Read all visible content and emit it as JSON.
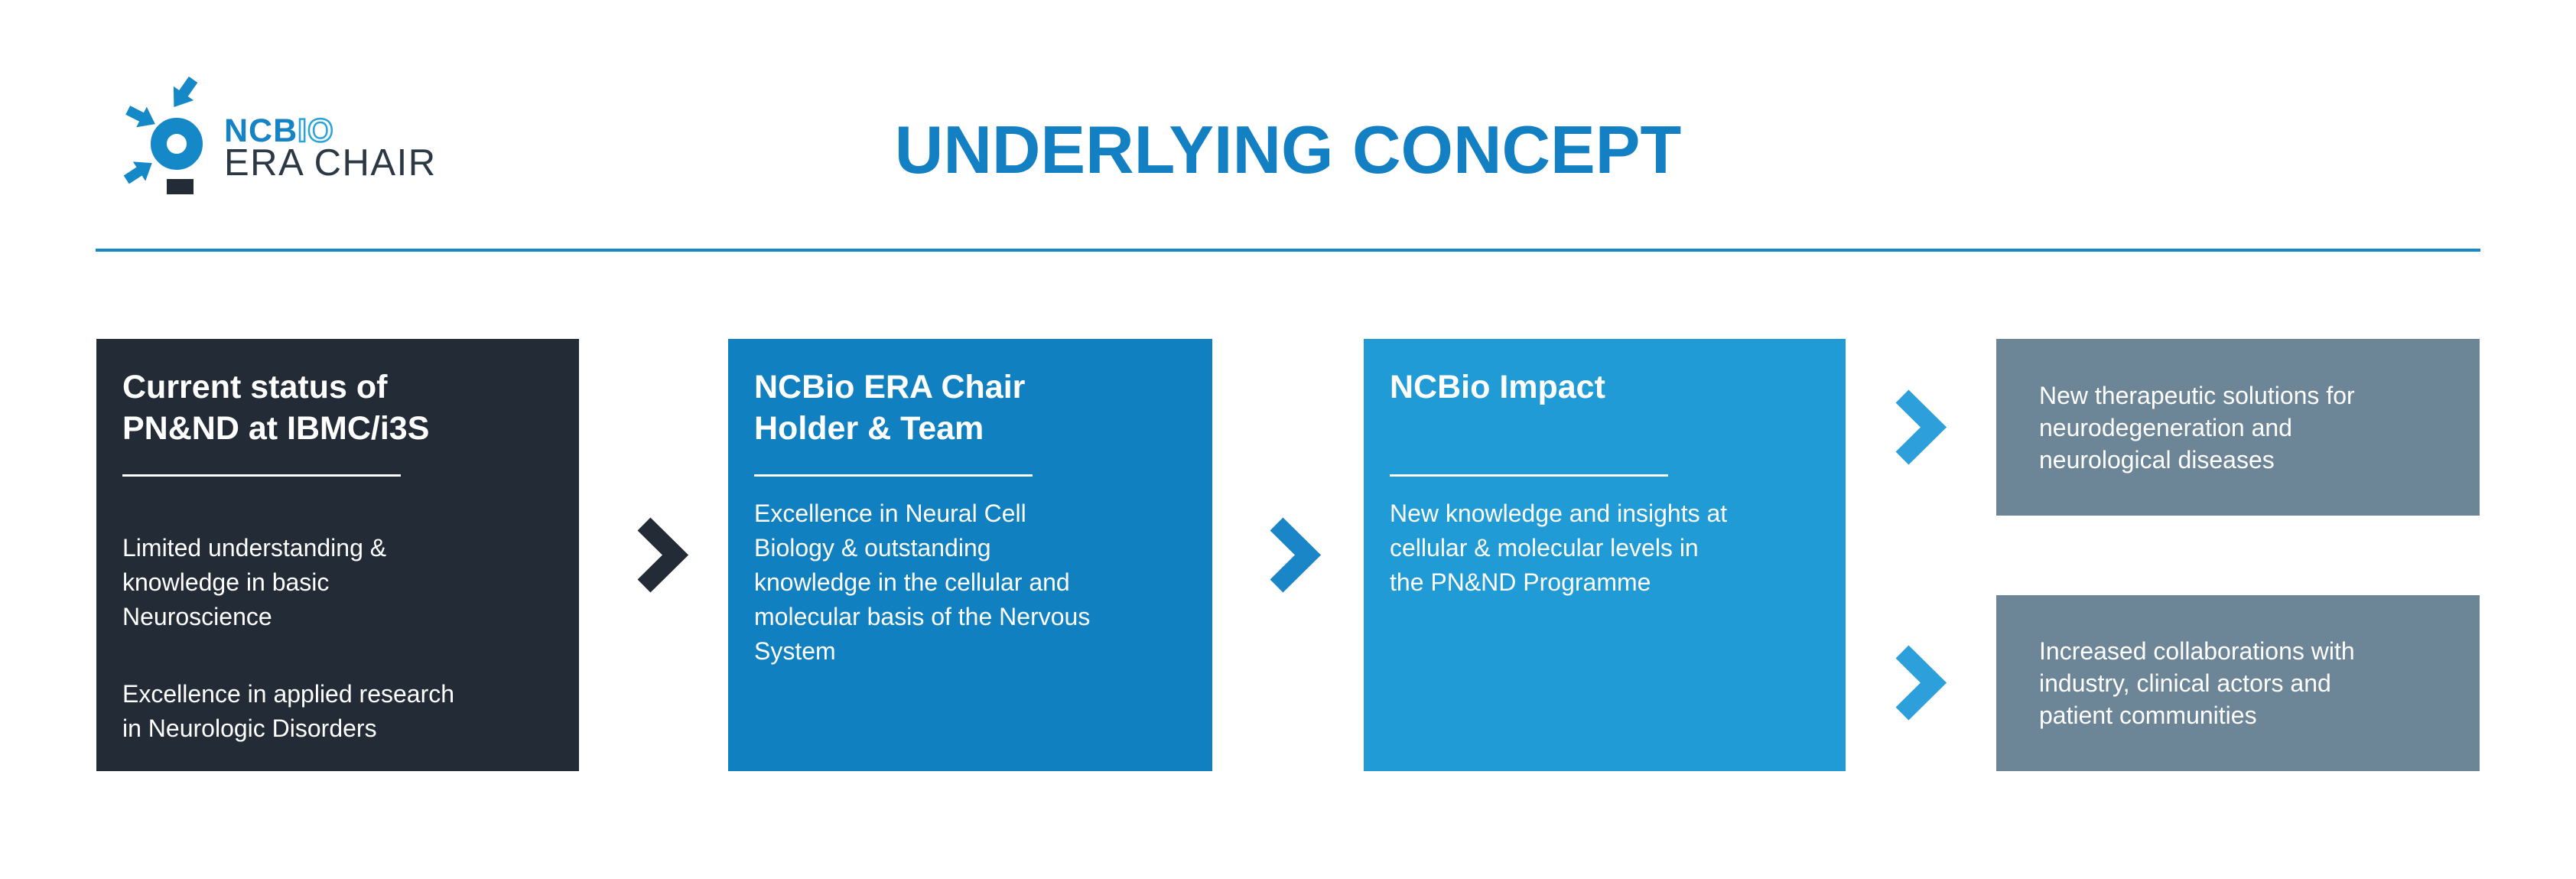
{
  "logo": {
    "brand_bold": "NCB",
    "brand_light": "IO",
    "subtitle": "ERA CHAIR"
  },
  "header": {
    "title": "UNDERLYING CONCEPT"
  },
  "colors": {
    "brand_blue": "#1480c4",
    "header_rule": "#1588c8",
    "panel1_bg": "#222b36",
    "panel2_bg": "#1180c1",
    "panel3_bg": "#209bd6",
    "outcome_bg": "#6d8697",
    "chevron_dark": "#222b36",
    "chevron_blue": "#1a85c7",
    "chevron_light": "#2d9fda",
    "text_on_panels": "#ffffff"
  },
  "flow": {
    "box1": {
      "title": "Current status of\nPN&ND at IBMC/i3S",
      "paragraphs": [
        "Limited understanding &\nknowledge in basic\nNeuroscience",
        "Excellence in applied research\nin Neurologic Disorders"
      ]
    },
    "box2": {
      "title": "NCBio ERA Chair\nHolder & Team",
      "body": "Excellence in Neural Cell\nBiology & outstanding\nknowledge in the cellular and\nmolecular basis of the Nervous\nSystem"
    },
    "box3": {
      "title": "NCBio Impact",
      "body": "New knowledge and insights at\ncellular & molecular levels in\nthe PN&ND Programme"
    },
    "outcome1": {
      "body": "New therapeutic solutions for\nneurodegeneration and\nneurological diseases"
    },
    "outcome2": {
      "body": "Increased collaborations with\nindustry, clinical actors and\npatient communities"
    }
  }
}
